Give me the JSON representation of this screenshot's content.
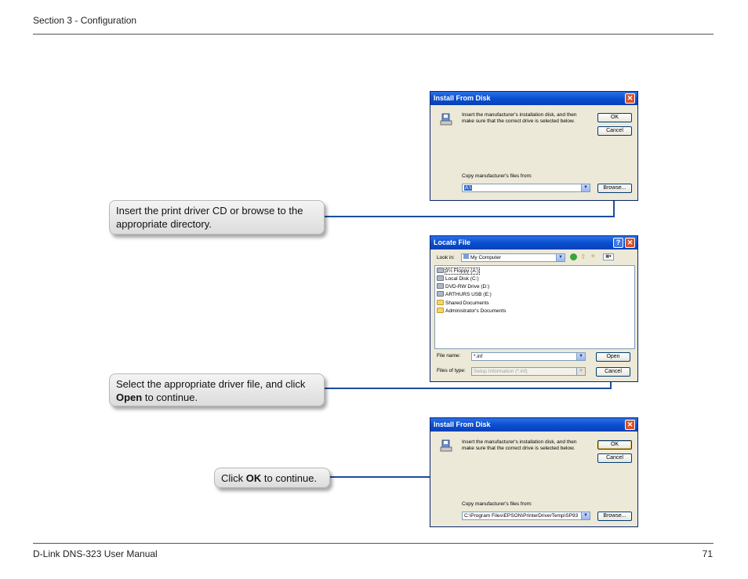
{
  "header": {
    "section": "Section 3 - Configuration"
  },
  "footer": {
    "manual": "D-Link DNS-323 User Manual",
    "page": "71"
  },
  "callouts": {
    "c1": "Insert the print driver CD or browse to the appropriate directory.",
    "c2_pre": "Select the appropriate driver file, and click ",
    "c2_bold": "Open",
    "c2_post": " to continue.",
    "c3_pre": "Click ",
    "c3_bold": "OK",
    "c3_post": " to continue."
  },
  "dialog1": {
    "title": "Install From Disk",
    "message_line1": "Insert the manufacturer's installation disk, and then",
    "message_line2": "make sure that the correct drive is selected below.",
    "ok": "OK",
    "cancel": "Cancel",
    "copy_label": "Copy manufacturer's files from:",
    "path": "A:\\",
    "browse": "Browse..."
  },
  "dialog2": {
    "title": "Locate File",
    "look_in_label": "Look in:",
    "look_in_value": "My Computer",
    "items": [
      "3½ Floppy (A:)",
      "Local Disk (C:)",
      "DVD-RW Drive (D:)",
      "ARTHURS USB (E:)",
      "Shared Documents",
      "Administrator's Documents"
    ],
    "filename_label": "File name:",
    "filename_value": "*.inf",
    "filetype_label": "Files of type:",
    "filetype_value": "Setup Information (*.inf)",
    "open": "Open",
    "cancel": "Cancel"
  },
  "dialog3": {
    "title": "Install From Disk",
    "message_line1": "Insert the manufacturer's installation disk, and then",
    "message_line2": "make sure that the correct drive is selected below.",
    "ok": "OK",
    "cancel": "Cancel",
    "copy_label": "Copy manufacturer's files from:",
    "path": "C:\\Program Files\\EPSON\\PrinterDriverTemp\\SP93",
    "browse": "Browse..."
  },
  "colors": {
    "connector": "#1a4f9c",
    "titlebar": "#0a4fcf"
  }
}
